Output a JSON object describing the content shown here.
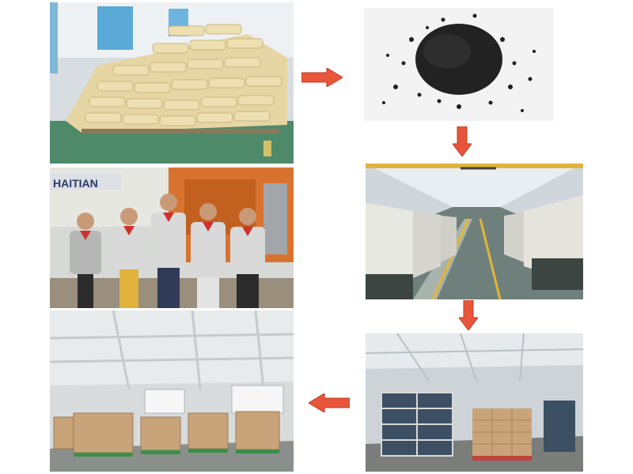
{
  "colors": {
    "background": "#ffffff",
    "arrow_fill": "#e8553a",
    "arrow_stroke": "#c23a22",
    "bags": "#e9ddb3",
    "pellets": "#232323",
    "uniform": "#d9d9d9",
    "collar": "#d0312d",
    "floor_line": "#e2b634",
    "cartons": "#c9a47a",
    "pallet_green": "#3b8f4a"
  },
  "photos": [
    {
      "name": "raw-material-bags-photo"
    },
    {
      "name": "plastic-pellets-photo"
    },
    {
      "name": "injection-molding-workshop-photo"
    },
    {
      "name": "finished-goods-racks-photo"
    },
    {
      "name": "warehouse-storage-photo"
    },
    {
      "name": "staff-team-photo"
    }
  ],
  "signage": {
    "machine_brand": "HAITIAN"
  },
  "arrows": [
    {
      "name": "arrow-right-icon",
      "direction": "right"
    },
    {
      "name": "arrow-down-icon-1",
      "direction": "down"
    },
    {
      "name": "arrow-down-icon-2",
      "direction": "down"
    },
    {
      "name": "arrow-left-icon",
      "direction": "left"
    }
  ]
}
